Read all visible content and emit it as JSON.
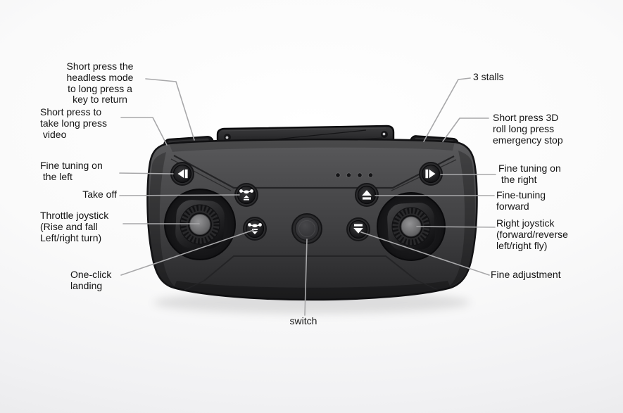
{
  "figure": {
    "type": "annotated-product-diagram",
    "subject": "drone remote controller",
    "colors": {
      "background_top": "#ffffff",
      "background_bottom": "#e7e7e9",
      "controller_body": "#3f3f41",
      "controller_edge": "#141416",
      "leader_line": "#a8a8aa",
      "label_text": "#141414",
      "button_glyph": "#ffffff"
    },
    "status_led_count": 4
  },
  "callouts": [
    {
      "id": "headless-mode-return",
      "text": "Short press the\nheadless mode\nto long press a\nkey to return",
      "target": "left-shoulder-button"
    },
    {
      "id": "video-record",
      "text": "Short press to\ntake long press\n video",
      "target": "left-shoulder-button"
    },
    {
      "id": "fine-tuning-left",
      "text": "Fine tuning on\n the left",
      "target": "left-trim-button"
    },
    {
      "id": "take-off",
      "text": "Take off",
      "target": "takeoff-button"
    },
    {
      "id": "throttle-joystick",
      "text": "Throttle joystick\n(Rise and fall\nLeft/right turn)",
      "target": "left-joystick"
    },
    {
      "id": "one-click-landing",
      "text": "One-click\nlanding",
      "target": "landing-button"
    },
    {
      "id": "switch",
      "text": "switch",
      "target": "switch-dome-button"
    },
    {
      "id": "three-stalls",
      "text": "3 stalls",
      "target": "right-shoulder-button"
    },
    {
      "id": "3d-roll-emergency-stop",
      "text": "Short press 3D\nroll long press\nemergency stop",
      "target": "right-shoulder-button"
    },
    {
      "id": "fine-tuning-right",
      "text": "Fine tuning on\n the right",
      "target": "right-trim-button"
    },
    {
      "id": "fine-tuning-forward",
      "text": "Fine-tuning\nforward",
      "target": "forward-trim-button"
    },
    {
      "id": "right-joystick",
      "text": "Right joystick\n(forward/reverse\nleft/right fly)",
      "target": "right-joystick"
    },
    {
      "id": "fine-adjustment",
      "text": "Fine adjustment",
      "target": "down-trim-button"
    }
  ],
  "icons": {
    "left_trim": "left-triangle-with-bar",
    "right_trim": "right-triangle-with-bar",
    "takeoff": "drone-with-up-arrow",
    "landing": "drone-with-down-arrow",
    "forward_trim": "up-triangle-over-bar",
    "down_trim": "bar-over-down-triangle"
  }
}
